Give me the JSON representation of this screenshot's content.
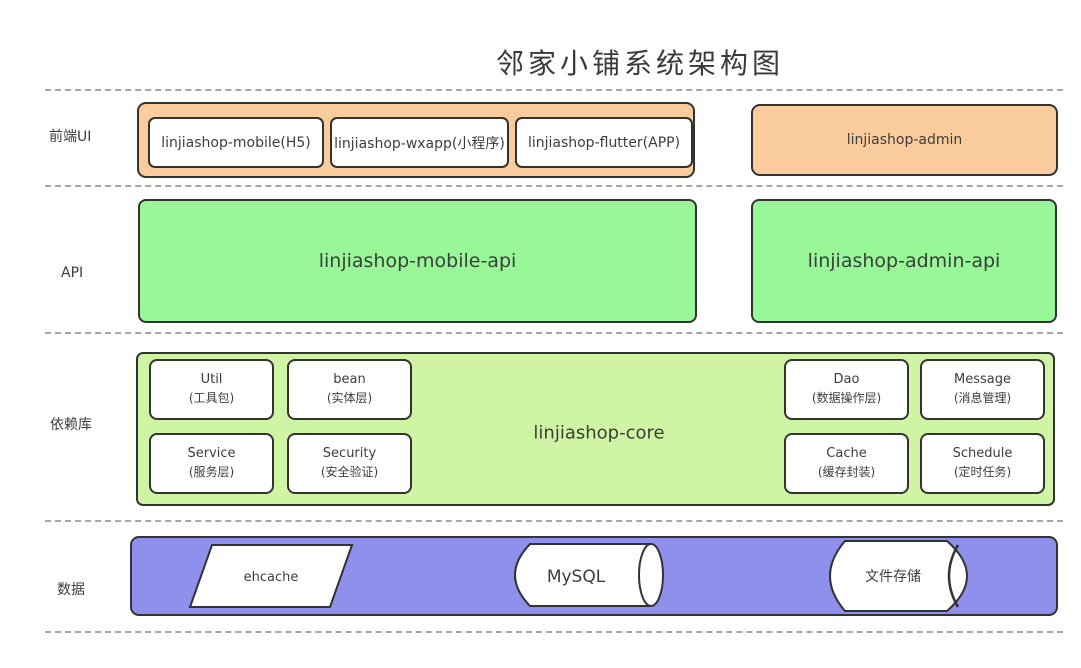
{
  "title": "邻家小铺系统架构图",
  "colors": {
    "frontend_fill": "#FBCC9B",
    "api_fill": "#98F898",
    "core_fill": "#CFF5A4",
    "data_fill": "#8F90EC",
    "node_fill": "#FFFFFF",
    "border": "#333333",
    "separator": "#A6A6A6",
    "text": "#3D3D3D"
  },
  "layers": {
    "frontend": {
      "label": "前端UI",
      "nodes": [
        "linjiashop-mobile(H5)",
        "linjiashop-wxapp(小程序)",
        "linjiashop-flutter(APP)"
      ],
      "admin_node": "linjiashop-admin"
    },
    "api": {
      "label": "API",
      "mobile_api": "linjiashop-mobile-api",
      "admin_api": "linjiashop-admin-api"
    },
    "dependencies": {
      "label": "依赖库",
      "core_label": "linjiashop-core",
      "modules_left": [
        {
          "name": "Util",
          "desc": "(工具包)"
        },
        {
          "name": "bean",
          "desc": "(实体层)"
        },
        {
          "name": "Service",
          "desc": "(服务层)"
        },
        {
          "name": "Security",
          "desc": "(安全验证)"
        }
      ],
      "modules_right": [
        {
          "name": "Dao",
          "desc": "(数据操作层)"
        },
        {
          "name": "Message",
          "desc": "(消息管理)"
        },
        {
          "name": "Cache",
          "desc": "(缓存封装)"
        },
        {
          "name": "Schedule",
          "desc": "(定时任务)"
        }
      ]
    },
    "data": {
      "label": "数据",
      "stores": [
        {
          "label": "ehcache",
          "shape": "parallelogram"
        },
        {
          "label": "MySQL",
          "shape": "cylinder"
        },
        {
          "label": "文件存储",
          "shape": "stored-data"
        }
      ]
    }
  }
}
